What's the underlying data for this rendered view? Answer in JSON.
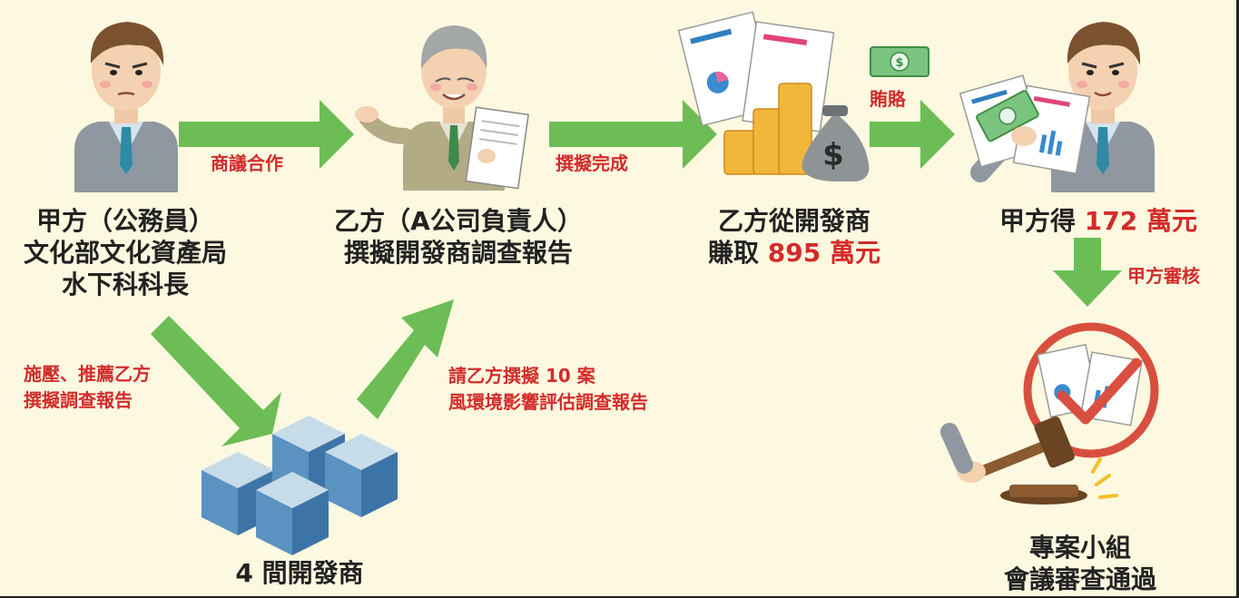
{
  "party_a": {
    "line1": "甲方（公務員）",
    "line2": "文化部文化資產局",
    "line3": "水下科科長"
  },
  "party_b": {
    "line1": "乙方（A公司負責人）",
    "line2": "撰擬開發商調查報告"
  },
  "earnings": {
    "line1": "乙方從開發商",
    "line2_prefix": "賺取",
    "amount": "895 萬元"
  },
  "bribe_result": {
    "prefix": "甲方得",
    "amount": "172 萬元"
  },
  "developers": {
    "label": "4 間開發商"
  },
  "review": {
    "line1": "專案小組",
    "line2": "會議審查通過"
  },
  "arrows": {
    "negotiate": "商議合作",
    "complete": "撰擬完成",
    "bribe": "賄賂",
    "a_review": "甲方審核",
    "pressure_1": "施壓、推薦乙方",
    "pressure_2": "撰擬調查報告",
    "request_1": "請乙方撰擬 10 案",
    "request_2": "風環境影響評估調查報告"
  },
  "colors": {
    "arrow": "#6cbd55",
    "highlight": "#d32b2b",
    "background": "#fdf9e0"
  },
  "icons": [
    "official-icon",
    "consultant-icon",
    "money-bag-icon",
    "cash-icon",
    "official-with-money-icon",
    "buildings-icon",
    "approval-gavel-icon"
  ]
}
